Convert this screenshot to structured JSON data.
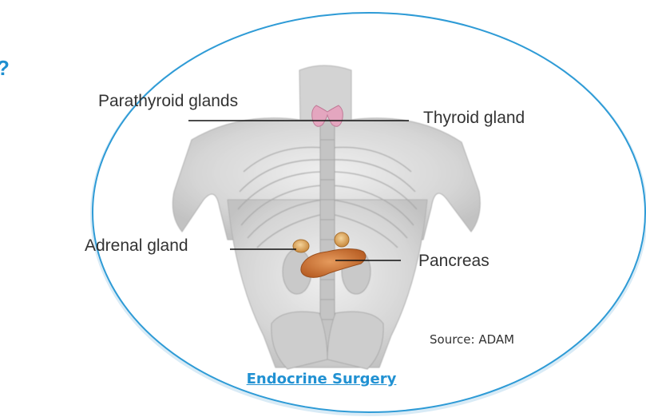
{
  "labels": {
    "parathyroid": "Parathyroid glands",
    "thyroid": "Thyroid gland",
    "adrenal": "Adrenal gland",
    "pancreas": "Pancreas"
  },
  "source": "Source: ADAM",
  "link_text": "Endocrine Surgery",
  "partial_glyph": "?",
  "colors": {
    "ellipse_stroke": "#2e9bd6",
    "link": "#2191d2",
    "thyroid": "#e4a6bf",
    "adrenal": "#e0b070",
    "pancreas": "#d07a3c",
    "body": "#cfcfcf"
  }
}
